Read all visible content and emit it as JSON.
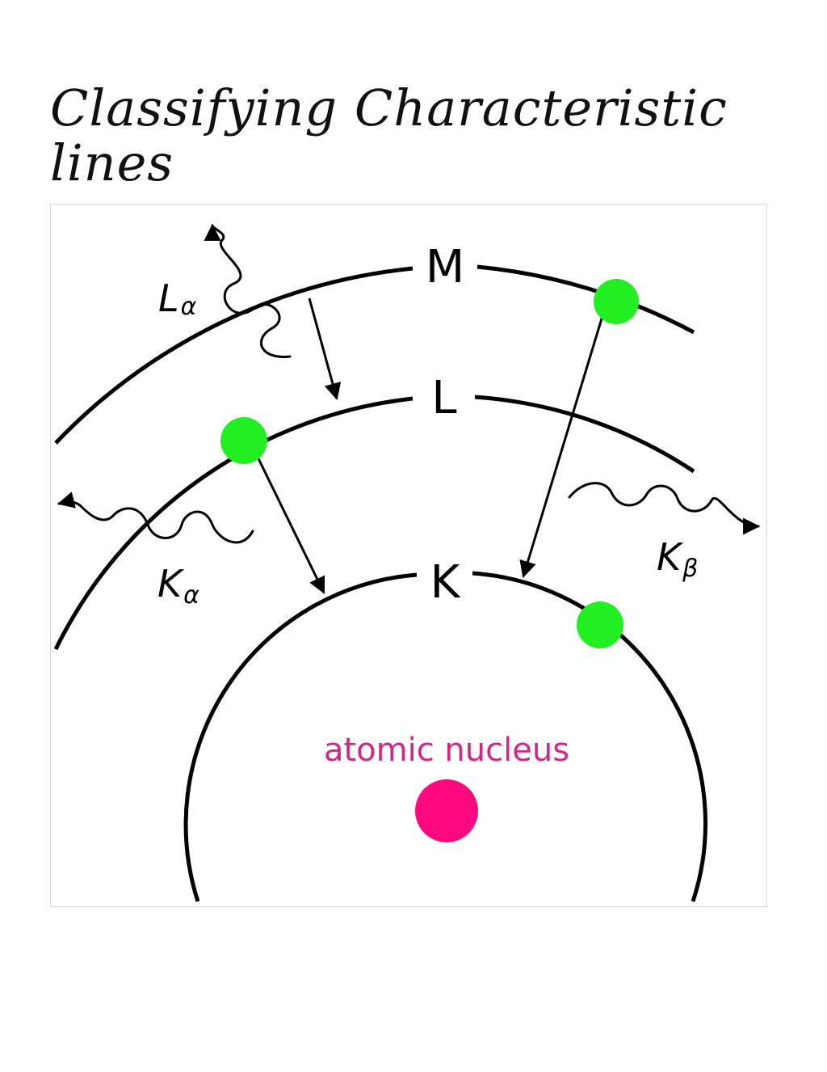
{
  "title": "Classifying Characteristic lines",
  "shells": [
    {
      "id": "m",
      "label": "M"
    },
    {
      "id": "l",
      "label": "L"
    },
    {
      "id": "k",
      "label": "K"
    }
  ],
  "emission_lines": [
    {
      "id": "l-alpha",
      "main": "L",
      "sub": "α"
    },
    {
      "id": "k-alpha",
      "main": "K",
      "sub": "α"
    },
    {
      "id": "k-beta",
      "main": "K",
      "sub": "β"
    }
  ],
  "nucleus": {
    "label": "atomic nucleus"
  },
  "colors": {
    "electron": "#22ee22",
    "nucleus": "#ff0a7e",
    "nucleus_label": "#d0288a",
    "shell": "#000000"
  }
}
